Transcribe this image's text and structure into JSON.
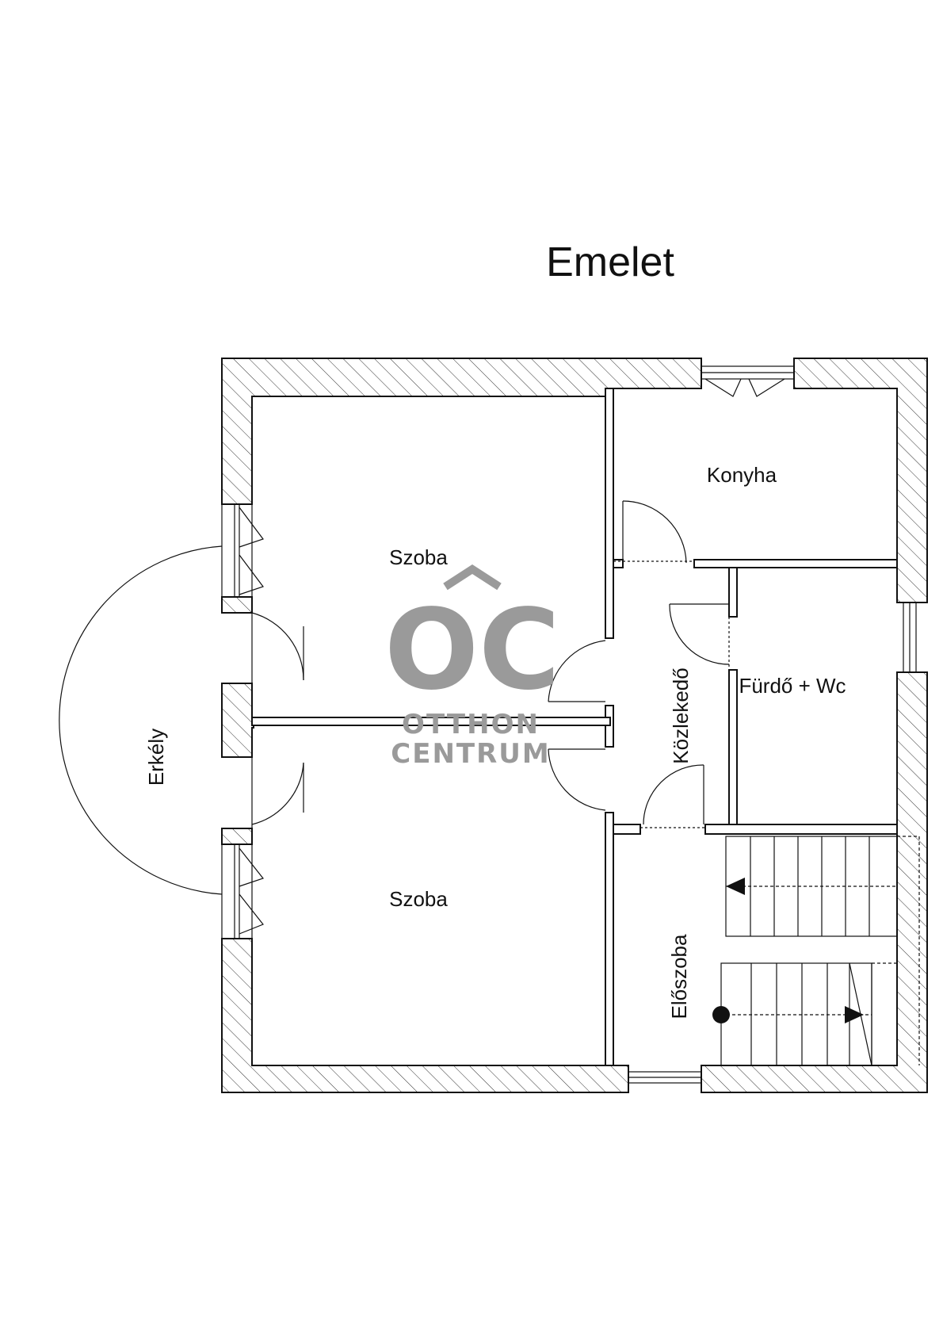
{
  "title": "Emelet",
  "rooms": {
    "szoba_top": "Szoba",
    "szoba_bottom": "Szoba",
    "konyha": "Konyha",
    "kozlekedo": "Közlekedő",
    "furdo": "Fürdő + Wc",
    "eloszoba": "Előszoba",
    "erkely": "Erkély"
  },
  "watermark": {
    "logo": "OC",
    "line1": "OTTHON",
    "line2": "CENTRUM",
    "color": "#9a9a9a"
  },
  "colors": {
    "wall_line": "#111111",
    "hatch": "#333333",
    "background": "#ffffff"
  }
}
